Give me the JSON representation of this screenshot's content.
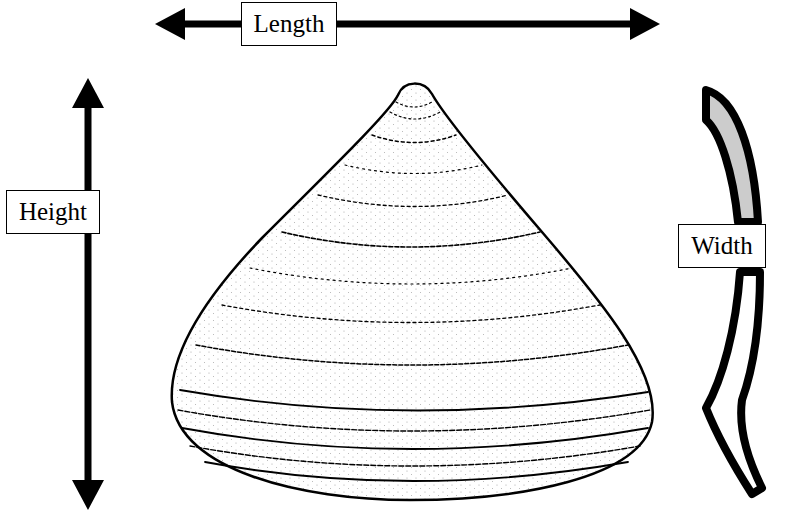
{
  "diagram": {
    "nodes": [
      {
        "text": [
          "Length"
        ]
      },
      {
        "text": [
          "Height"
        ]
      },
      {
        "text": [
          "Width"
        ]
      }
    ]
  }
}
